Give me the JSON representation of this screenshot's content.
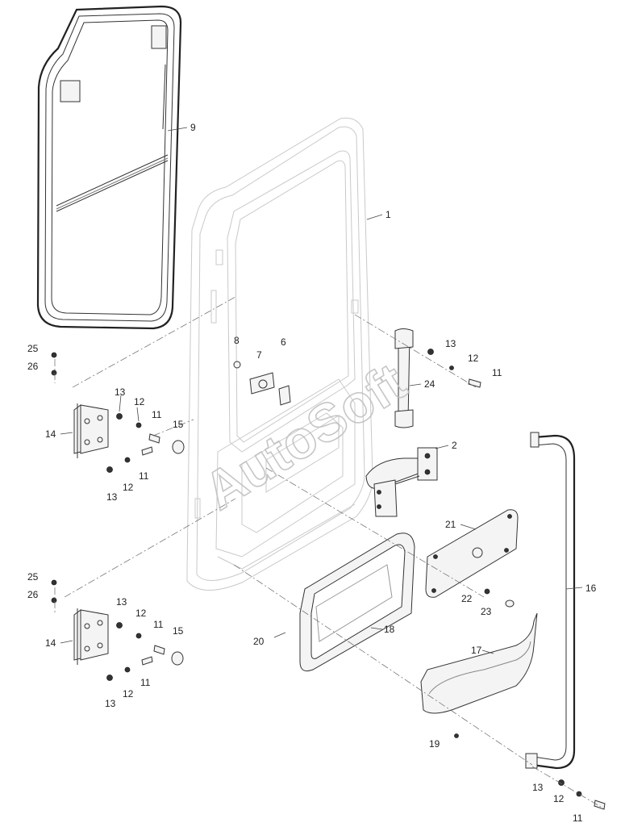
{
  "watermark": "AutoSoft",
  "callouts": [
    {
      "id": "c1",
      "text": "1"
    },
    {
      "id": "c2",
      "text": "2"
    },
    {
      "id": "c6",
      "text": "6"
    },
    {
      "id": "c7",
      "text": "7"
    },
    {
      "id": "c8",
      "text": "8"
    },
    {
      "id": "c9",
      "text": "9"
    },
    {
      "id": "c11a",
      "text": "11"
    },
    {
      "id": "c11b",
      "text": "11"
    },
    {
      "id": "c11c",
      "text": "11"
    },
    {
      "id": "c11d",
      "text": "11"
    },
    {
      "id": "c11e",
      "text": "11"
    },
    {
      "id": "c11f",
      "text": "11"
    },
    {
      "id": "c12a",
      "text": "12"
    },
    {
      "id": "c12b",
      "text": "12"
    },
    {
      "id": "c12c",
      "text": "12"
    },
    {
      "id": "c12d",
      "text": "12"
    },
    {
      "id": "c12e",
      "text": "12"
    },
    {
      "id": "c12f",
      "text": "12"
    },
    {
      "id": "c13a",
      "text": "13"
    },
    {
      "id": "c13b",
      "text": "13"
    },
    {
      "id": "c13c",
      "text": "13"
    },
    {
      "id": "c13d",
      "text": "13"
    },
    {
      "id": "c13e",
      "text": "13"
    },
    {
      "id": "c13f",
      "text": "13"
    },
    {
      "id": "c14a",
      "text": "14"
    },
    {
      "id": "c14b",
      "text": "14"
    },
    {
      "id": "c15a",
      "text": "15"
    },
    {
      "id": "c15b",
      "text": "15"
    },
    {
      "id": "c16",
      "text": "16"
    },
    {
      "id": "c17",
      "text": "17"
    },
    {
      "id": "c18",
      "text": "18"
    },
    {
      "id": "c19",
      "text": "19"
    },
    {
      "id": "c20",
      "text": "20"
    },
    {
      "id": "c21",
      "text": "21"
    },
    {
      "id": "c22",
      "text": "22"
    },
    {
      "id": "c23",
      "text": "23"
    },
    {
      "id": "c24",
      "text": "24"
    },
    {
      "id": "c25a",
      "text": "25"
    },
    {
      "id": "c25b",
      "text": "25"
    },
    {
      "id": "c26a",
      "text": "26"
    },
    {
      "id": "c26b",
      "text": "26"
    }
  ]
}
